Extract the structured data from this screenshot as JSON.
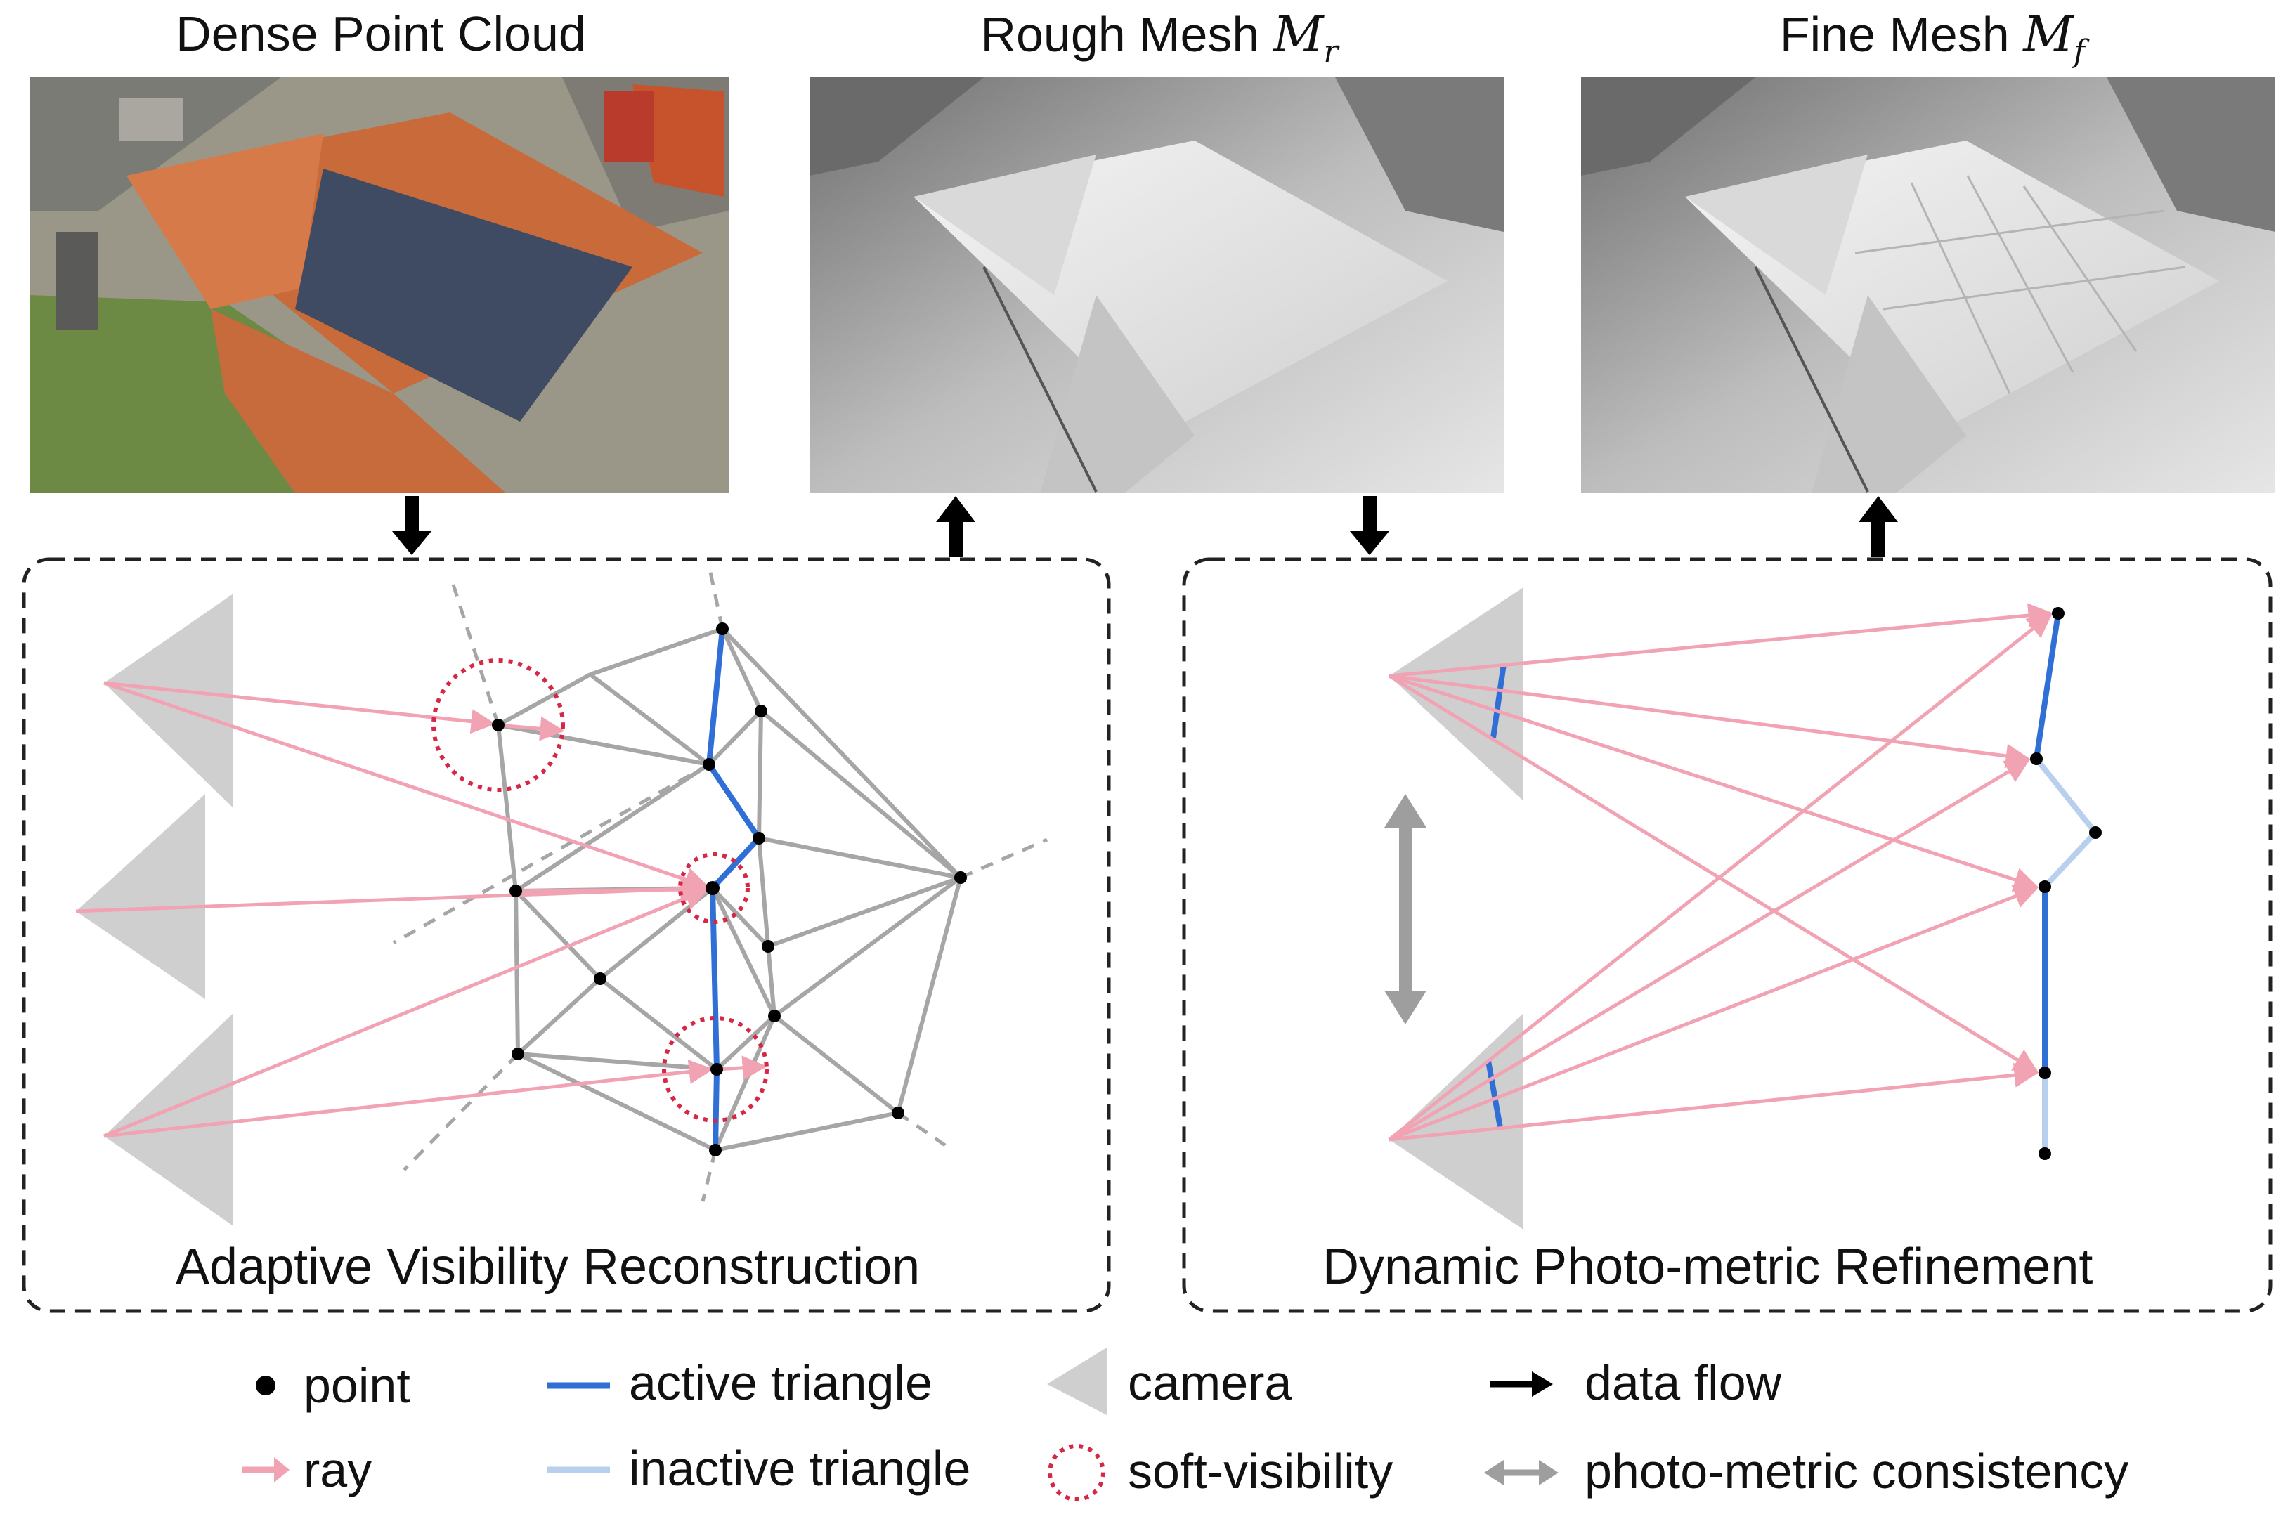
{
  "titles": {
    "dense": "Dense Point Cloud",
    "rough_prefix": "Rough Mesh ",
    "rough_var": "M",
    "rough_sub": "r",
    "fine_prefix": "Fine Mesh ",
    "fine_var": "M",
    "fine_sub": "f"
  },
  "panels": {
    "left_label": "Adaptive Visibility Reconstruction",
    "right_label": "Dynamic Photo-metric Refinement"
  },
  "legend": {
    "point": "point",
    "ray": "ray",
    "active": "active triangle",
    "inactive": "inactive triangle",
    "camera": "camera",
    "soft": "soft-visibility",
    "flow": "data flow",
    "consistency": "photo-metric consistency"
  },
  "colors": {
    "ray": "#F2A3B3",
    "active": "#2F6FD6",
    "inactive": "#B8CFEE",
    "camera": "#CFCFCF",
    "edge": "#A6A6A6",
    "soft": "#D62845",
    "flow": "#000000",
    "consistency": "#9E9E9E",
    "roof": "#D2703F",
    "solar": "#3F4E66"
  }
}
